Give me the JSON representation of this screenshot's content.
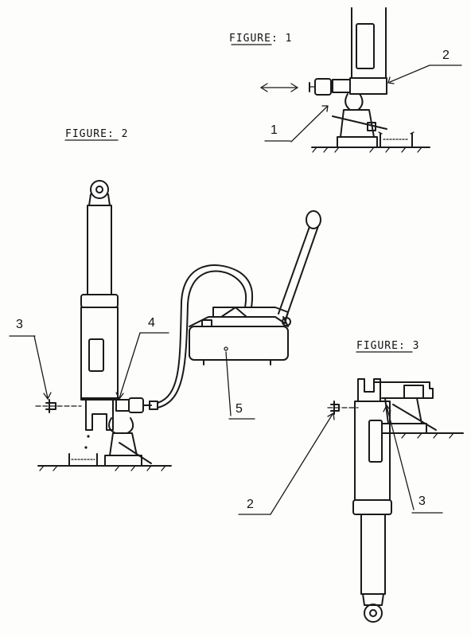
{
  "figures": {
    "fig1": {
      "title": "FIGURE: 1",
      "callouts": [
        "1",
        "2"
      ]
    },
    "fig2": {
      "title": "FIGURE: 2",
      "callouts": [
        "3",
        "4",
        "5"
      ]
    },
    "fig3": {
      "title": "FIGURE: 3",
      "callouts": [
        "2",
        "3"
      ]
    }
  }
}
